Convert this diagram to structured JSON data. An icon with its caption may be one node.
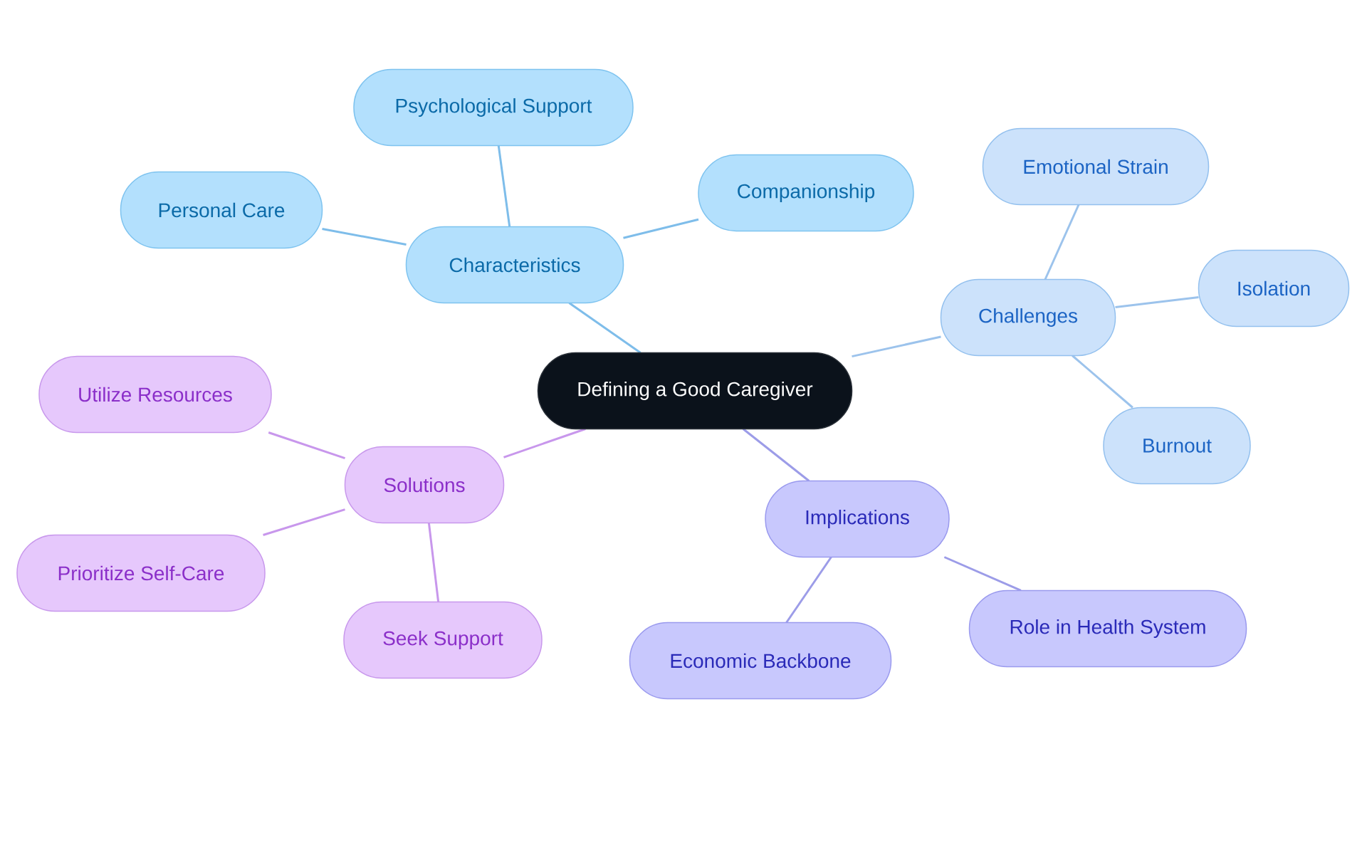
{
  "diagram": {
    "nodes": [
      {
        "text": [
          "Defining a Good Caregiver"
        ]
      },
      {
        "text": [
          "Characteristics"
        ]
      },
      {
        "text": [
          "Psychological Support"
        ]
      },
      {
        "text": [
          "Personal Care"
        ]
      },
      {
        "text": [
          "Companionship"
        ]
      },
      {
        "text": [
          "Challenges"
        ]
      },
      {
        "text": [
          "Emotional Strain"
        ]
      },
      {
        "text": [
          "Isolation"
        ]
      },
      {
        "text": [
          "Burnout"
        ]
      },
      {
        "text": [
          "Solutions"
        ]
      },
      {
        "text": [
          "Utilize Resources"
        ]
      },
      {
        "text": [
          "Prioritize Self-Care"
        ]
      },
      {
        "text": [
          "Seek Support"
        ]
      },
      {
        "text": [
          "Implications"
        ]
      },
      {
        "text": [
          "Economic Backbone"
        ]
      },
      {
        "text": [
          "Role in Health System"
        ]
      }
    ],
    "edges": [
      {
        "from": 0,
        "to": 1,
        "arrow": "none",
        "color": "#7ebdea"
      },
      {
        "from": 0,
        "to": 5,
        "arrow": "none",
        "color": "#9cc3ec"
      },
      {
        "from": 0,
        "to": 9,
        "arrow": "none",
        "color": "#c897ec"
      },
      {
        "from": 0,
        "to": 13,
        "arrow": "none",
        "color": "#9c9ce8"
      },
      {
        "from": 1,
        "to": 2,
        "arrow": "none",
        "color": "#7ebdea"
      },
      {
        "from": 1,
        "to": 3,
        "arrow": "none",
        "color": "#7ebdea"
      },
      {
        "from": 1,
        "to": 4,
        "arrow": "none",
        "color": "#7ebdea"
      },
      {
        "from": 5,
        "to": 6,
        "arrow": "none",
        "color": "#9cc3ec"
      },
      {
        "from": 5,
        "to": 7,
        "arrow": "none",
        "color": "#9cc3ec"
      },
      {
        "from": 5,
        "to": 8,
        "arrow": "none",
        "color": "#9cc3ec"
      },
      {
        "from": 9,
        "to": 10,
        "arrow": "none",
        "color": "#c897ec"
      },
      {
        "from": 9,
        "to": 11,
        "arrow": "none",
        "color": "#c897ec"
      },
      {
        "from": 9,
        "to": 12,
        "arrow": "none",
        "color": "#c897ec"
      },
      {
        "from": 13,
        "to": 14,
        "arrow": "none",
        "color": "#9c9ce8"
      },
      {
        "from": 13,
        "to": 15,
        "arrow": "none",
        "color": "#9c9ce8"
      }
    ]
  }
}
